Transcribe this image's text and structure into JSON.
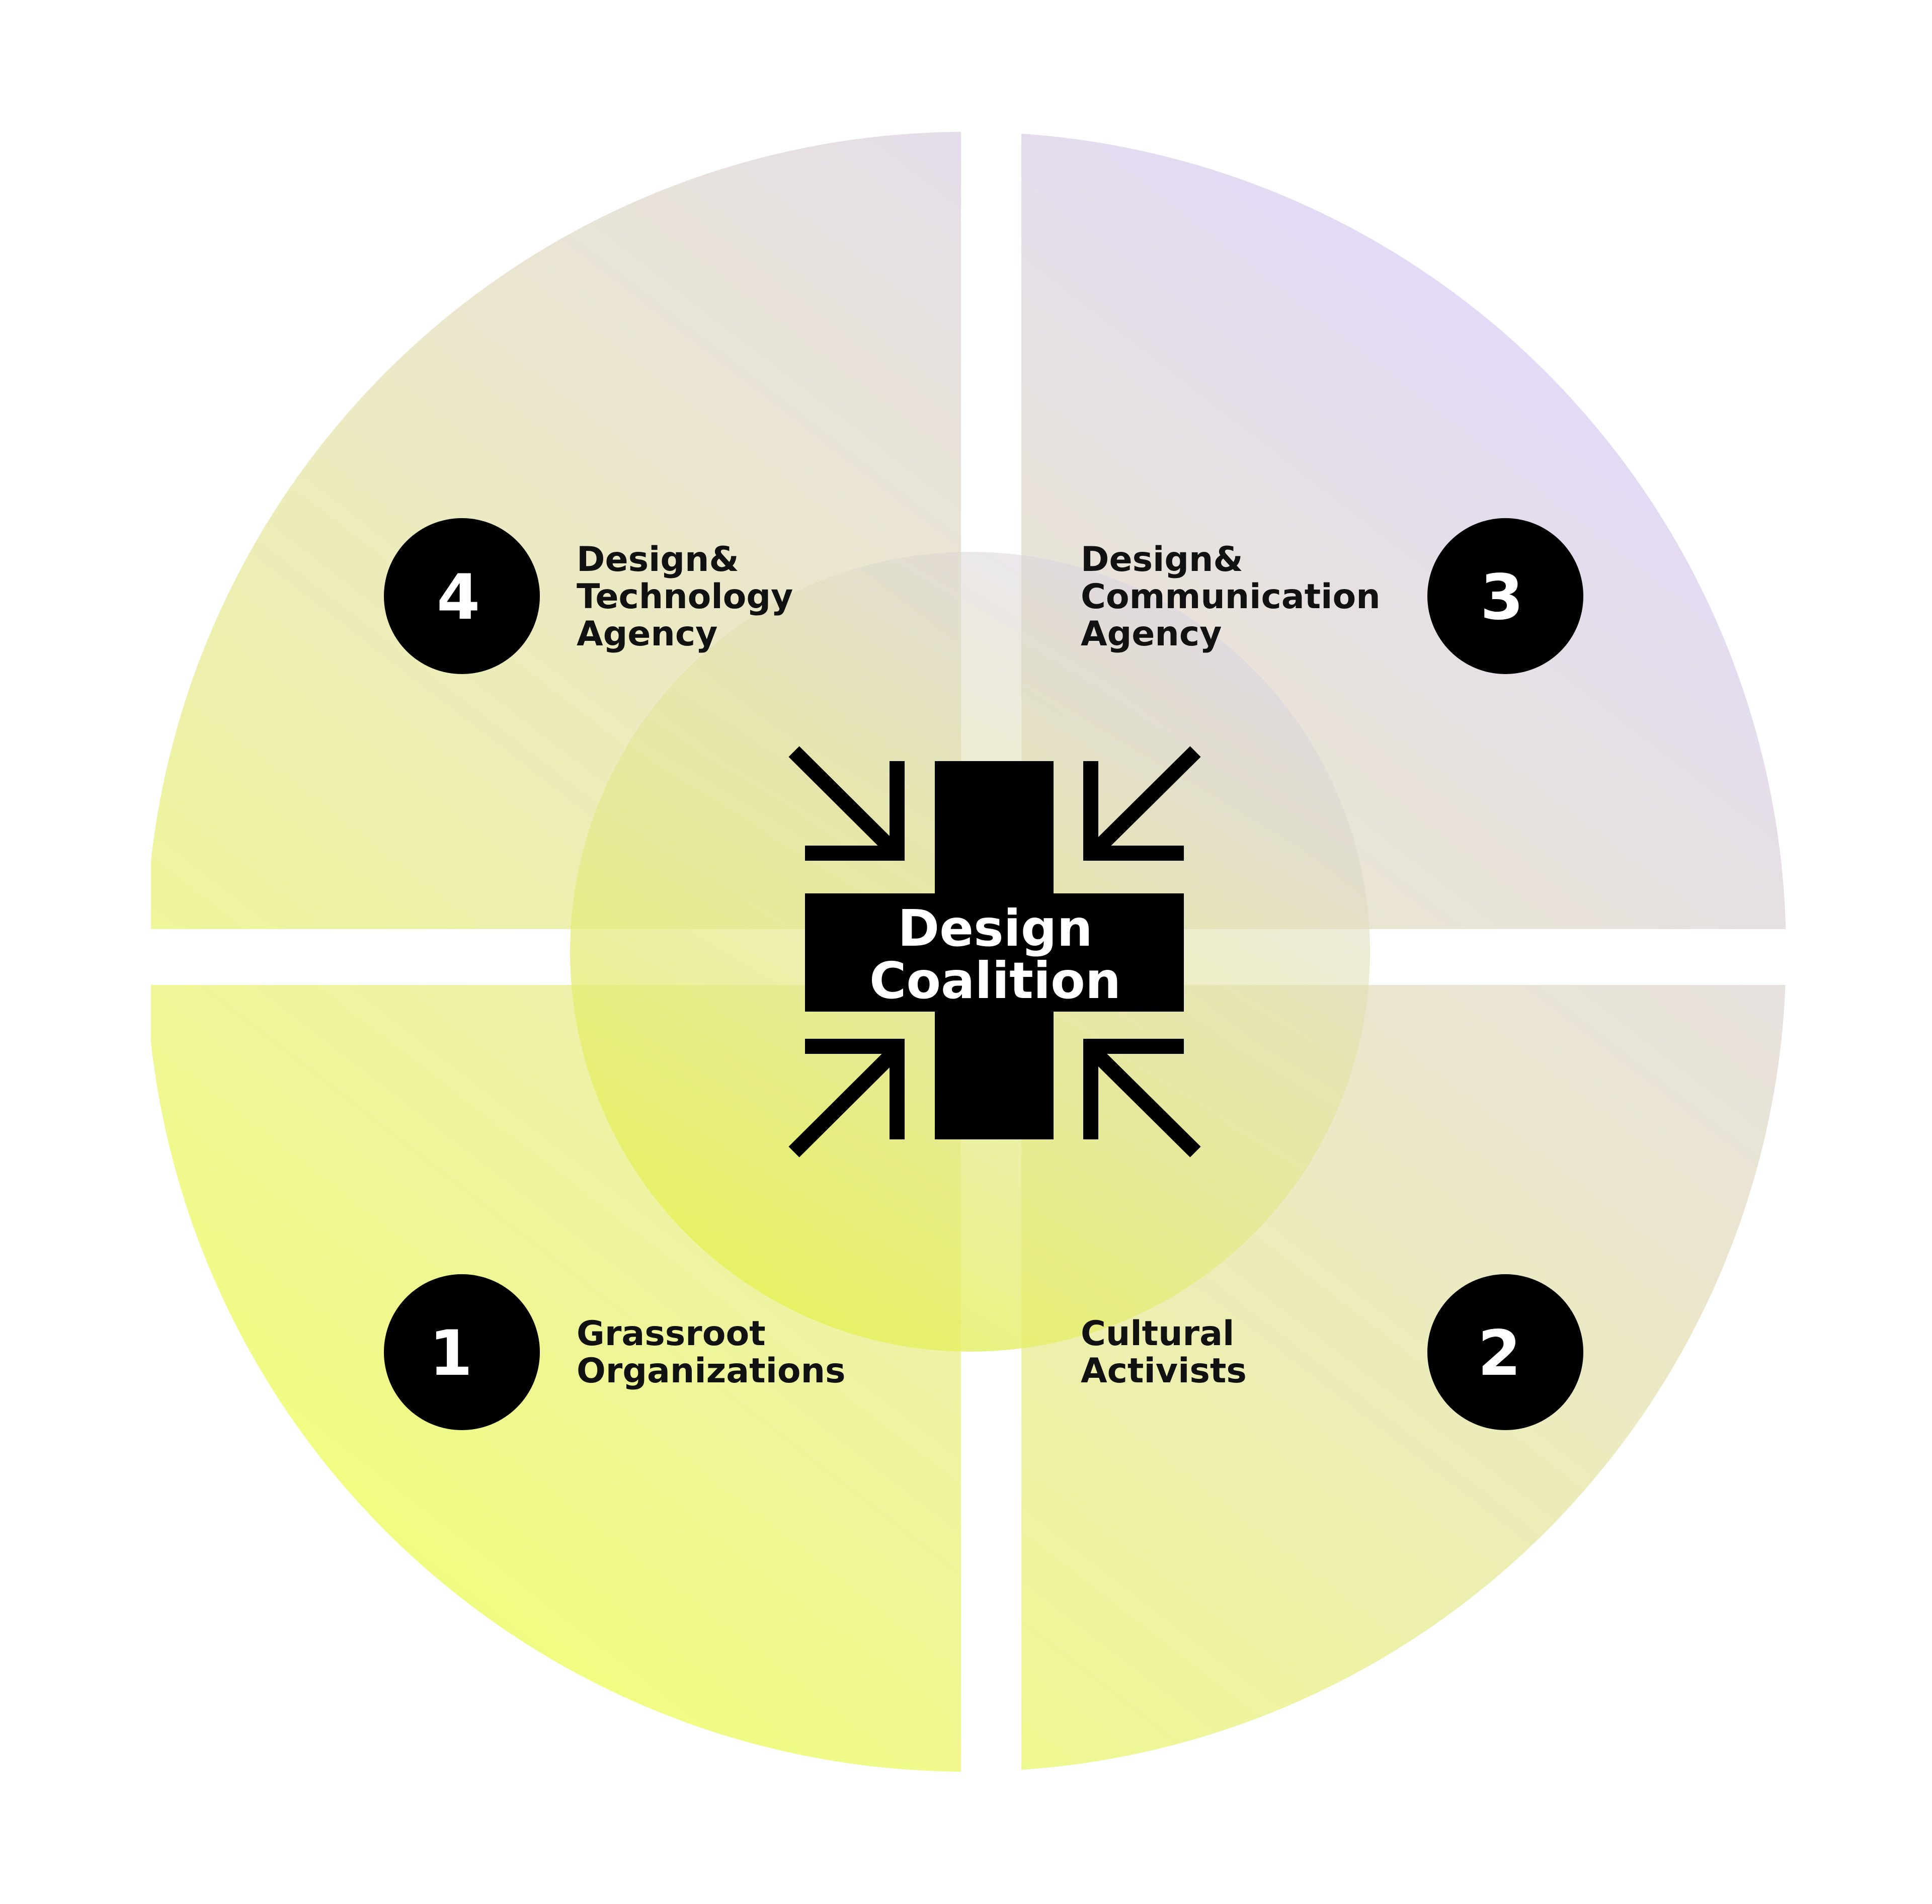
{
  "center": {
    "line1": "Design",
    "line2": "Coalition"
  },
  "segments": [
    {
      "number": "1",
      "lines": [
        "Grassroot",
        "Organizations"
      ]
    },
    {
      "number": "2",
      "lines": [
        "Cultural",
        "Activists"
      ]
    },
    {
      "number": "3",
      "lines": [
        "Design&",
        "Communication",
        "Agency"
      ]
    },
    {
      "number": "4",
      "lines": [
        "Design&",
        "Technology",
        "Agency"
      ]
    }
  ],
  "colors": {
    "yellow": "#f1fe7b",
    "lavender": "#e1d7ff",
    "badge": "#000000",
    "icon": "#000000"
  },
  "icons": [
    "converging-arrows-icon",
    "cross-icon"
  ]
}
